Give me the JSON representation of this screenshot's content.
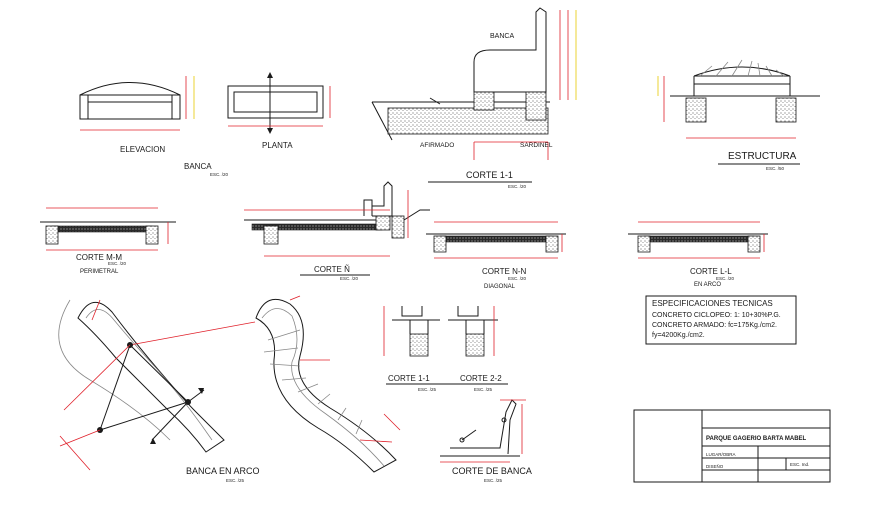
{
  "labels": {
    "elevacion": "ELEVACION",
    "planta": "PLANTA",
    "banca": "BANCA",
    "banca_top": "BANCA",
    "afirmado": "AFIRMADO",
    "sardinel": "SARDINEL",
    "corte_1_1": "CORTE 1-1",
    "estructura": "ESTRUCTURA",
    "corte_mm": "CORTE M-M",
    "perimetral": "PERIMETRAL",
    "corte_n_tilde": "CORTE Ñ",
    "corte_nn": "CORTE N-N",
    "diagonal": "DIAGONAL",
    "corte_ll": "CORTE L-L",
    "en_arco": "EN ARCO",
    "banca_en_arco": "BANCA EN ARCO",
    "corte_1_1_small": "CORTE 1-1",
    "corte_2_2_small": "CORTE 2-2",
    "corte_de_banca": "CORTE DE BANCA"
  },
  "scales": {
    "banca": "ESC. /20",
    "corte_1_1": "ESC. /20",
    "estructura": "ESC. /50",
    "corte_mm": "ESC. /20",
    "corte_n": "ESC. /20",
    "corte_nn": "ESC. /20",
    "corte_ll": "ESC. /20",
    "banca_en_arco": "ESC. /25",
    "corte_11_small": "ESC. /25",
    "corte_22_small": "ESC. /25",
    "corte_de_banca": "ESC. /25"
  },
  "specs": {
    "title": "ESPECIFICACIONES TECNICAS",
    "line1": "CONCRETO CICLOPEO: 1: 10+30%P.G.",
    "line2": "CONCRETO ARMADO: fc=175Kg./cm2.",
    "line3": "fy=4200Kg./cm2."
  },
  "title_block": {
    "project": "PARQUE GAGERIO BARTA MABEL",
    "field_a": "LUGAR/OBRA",
    "field_b": "DISEÑO",
    "field_c": "ESC. Ind."
  },
  "colors": {
    "line": "#1a1a1a",
    "dimension_red": "#e0202a",
    "dimension_yellow": "#e6c800",
    "background": "#ffffff"
  }
}
